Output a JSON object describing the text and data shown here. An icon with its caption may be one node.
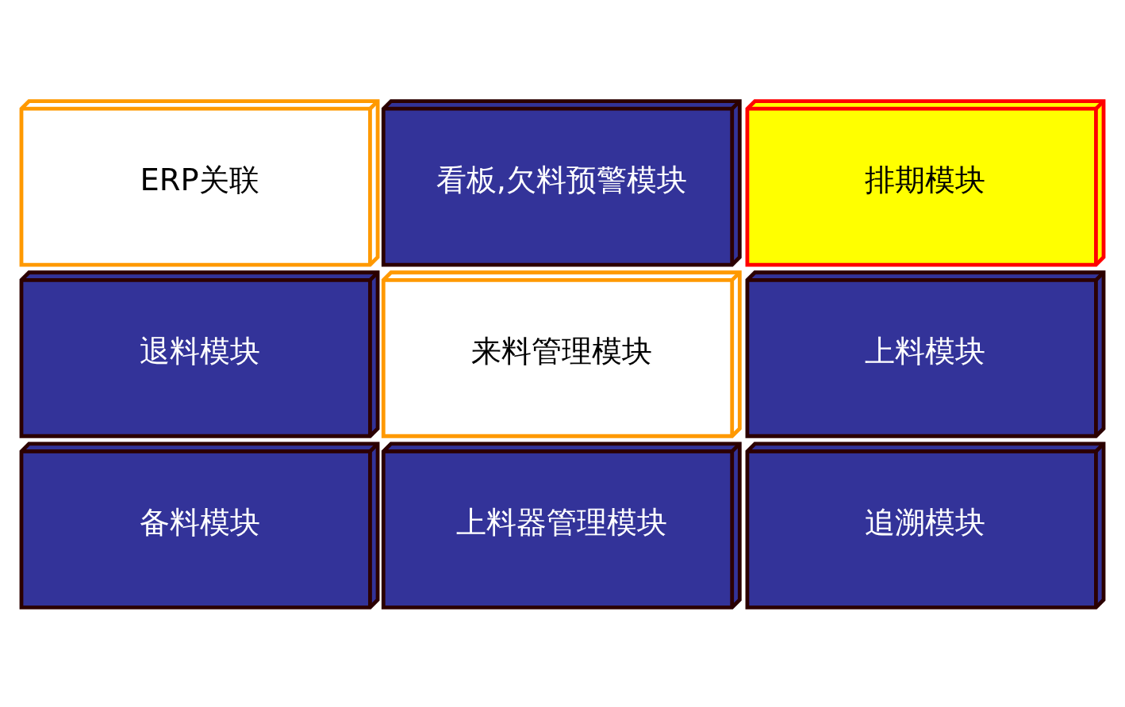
{
  "diagram": {
    "nodes": [
      {
        "text": [
          "ERP关联"
        ]
      },
      {
        "text": [
          "退料模块"
        ]
      },
      {
        "text": [
          "看板,欠料预警模块"
        ]
      },
      {
        "text": [
          "排期模块"
        ]
      },
      {
        "text": [
          "备料模块"
        ]
      },
      {
        "text": [
          "来料管理模块"
        ]
      },
      {
        "text": [
          "上料器管理模块"
        ]
      },
      {
        "text": [
          "上料模块"
        ]
      },
      {
        "text": [
          "追溯模块"
        ]
      }
    ]
  }
}
